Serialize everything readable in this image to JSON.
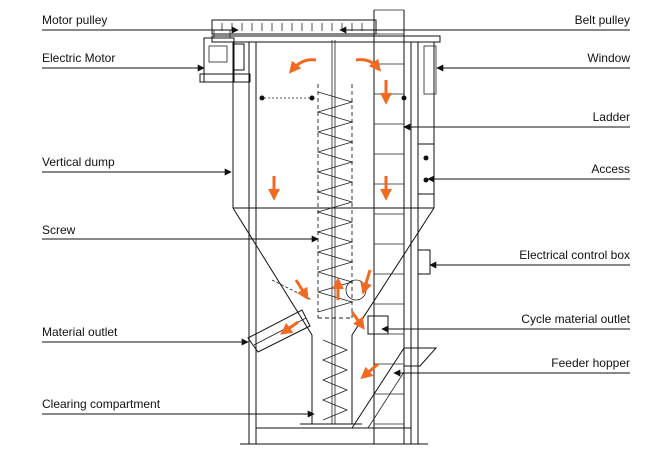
{
  "labels": {
    "motor_pulley": "Motor pulley",
    "electric_motor": "Electric Motor",
    "vertical_dump": "Vertical dump",
    "screw": "Screw",
    "material_outlet": "Material outlet",
    "clearing_compartment": "Clearing compartment",
    "belt_pulley": "Belt pulley",
    "window": "Window",
    "ladder": "Ladder",
    "access": "Access",
    "electrical_control_box": "Electrical control box",
    "cycle_material_outlet": "Cycle material outlet",
    "feeder_hopper": "Feeder hopper"
  },
  "colors": {
    "flow_arrow": "#f26a21",
    "line": "#111111"
  }
}
